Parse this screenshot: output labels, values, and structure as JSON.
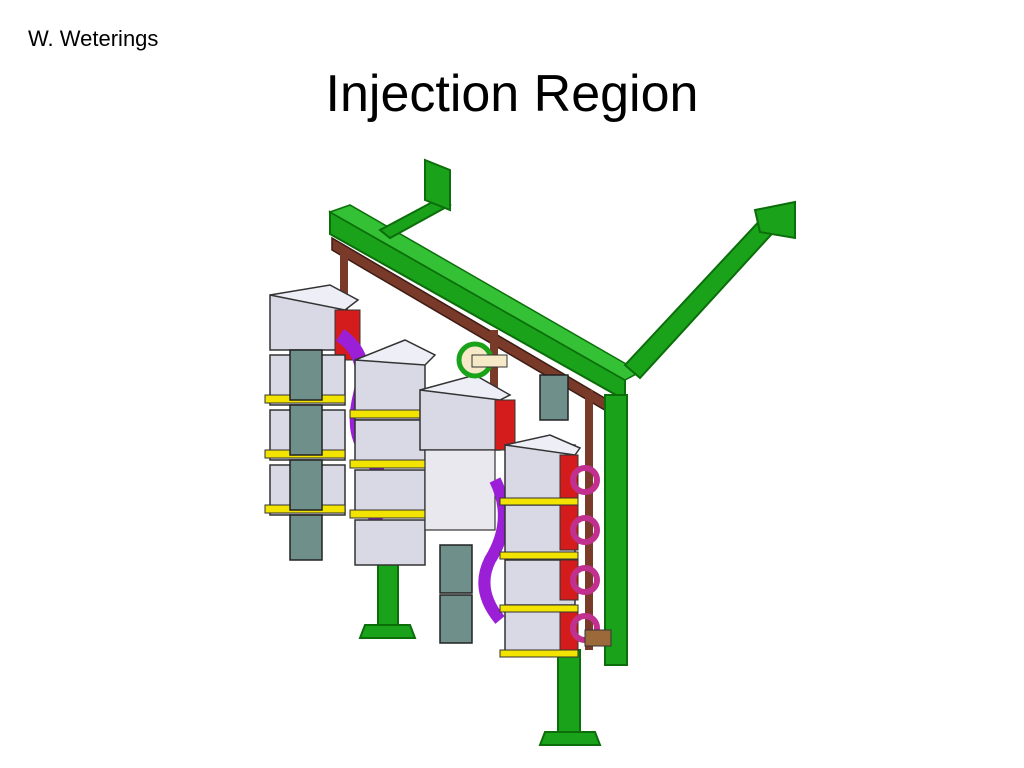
{
  "slide": {
    "author": "W. Weterings",
    "title": "Injection Region"
  },
  "figure": {
    "icon": "cad-assembly-drawing",
    "colors": {
      "frame_green": "#1aa31a",
      "frame_green_dark": "#0b6e0b",
      "beam_brown": "#7a3a2a",
      "magnet_grey": "#d9d9e6",
      "magnet_red": "#d41c1c",
      "coil_purple": "#9b1fd6",
      "yoke_yellow": "#f2e300",
      "box_slate": "#6f8f8a",
      "flange_pink": "#c2308f"
    }
  }
}
